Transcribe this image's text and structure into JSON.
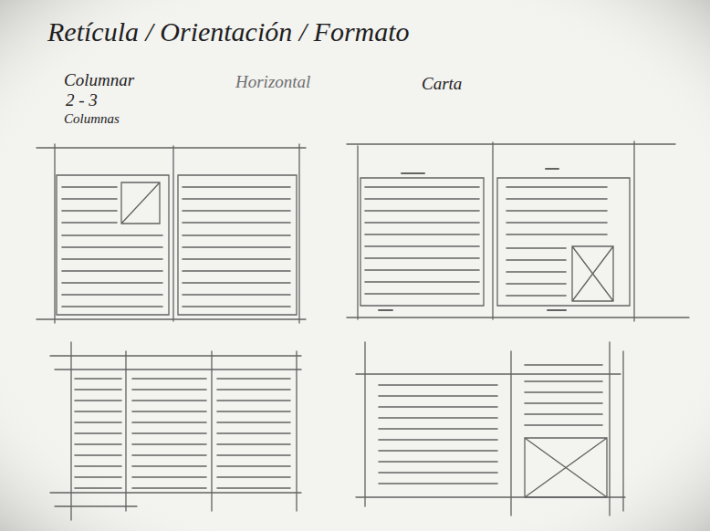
{
  "diagram": {
    "title": "Retícula / Orientación / Formato",
    "labels": [
      "Columnar",
      "2 - 3",
      "Columnas",
      "Horizontal",
      "Carta"
    ]
  }
}
